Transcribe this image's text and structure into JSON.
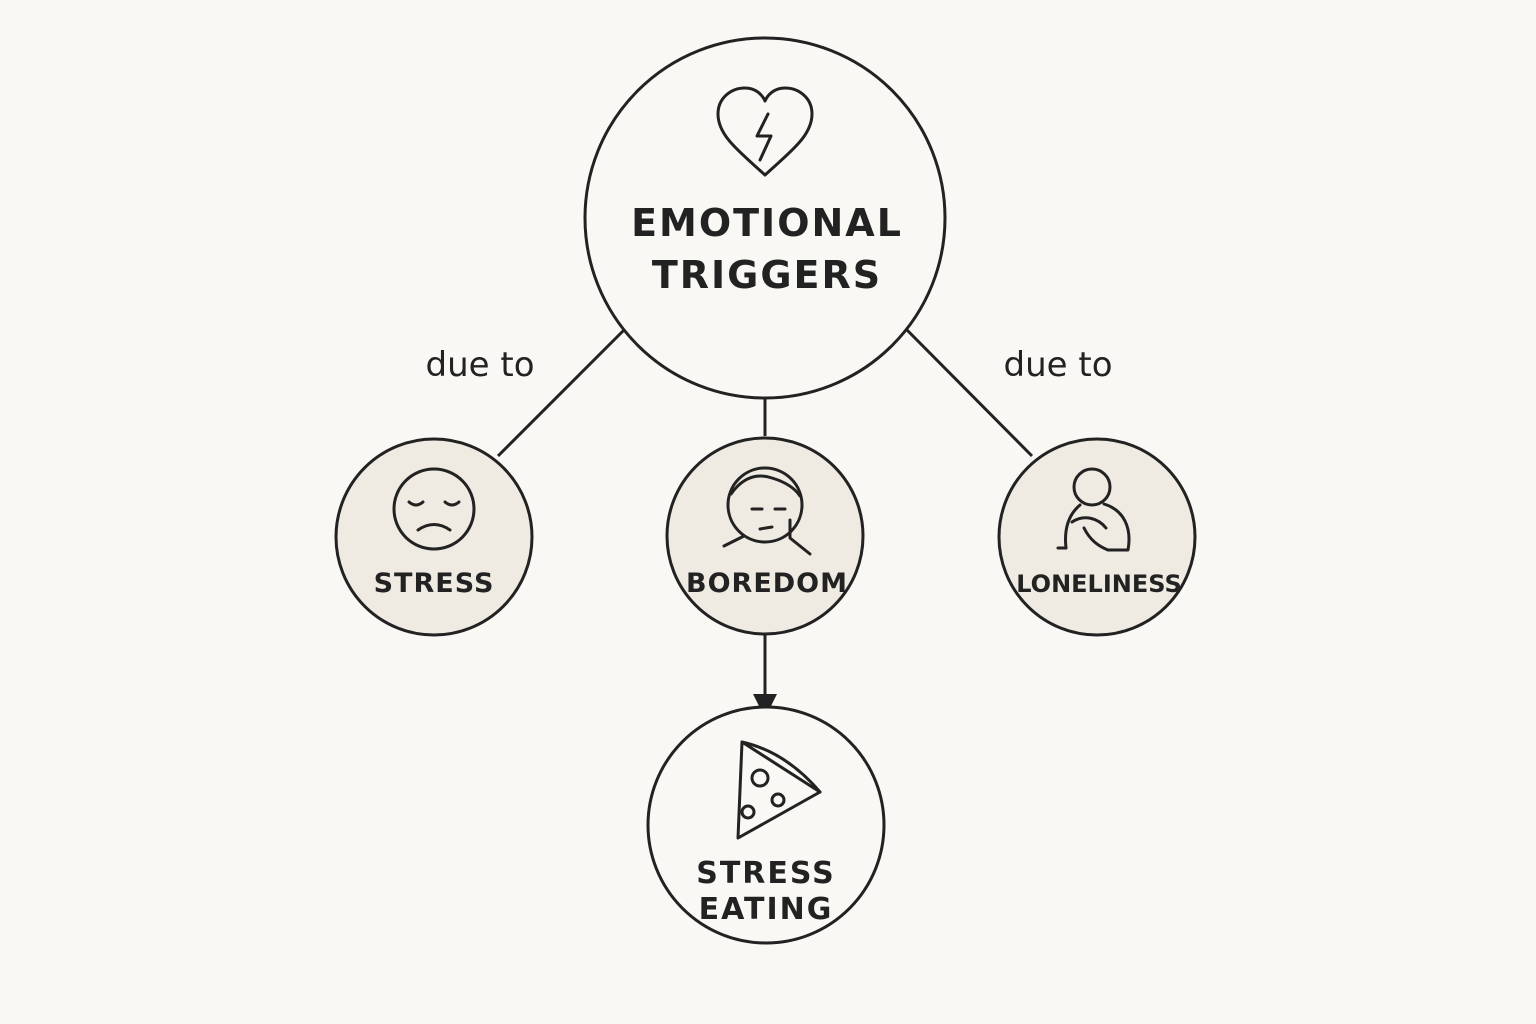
{
  "colors": {
    "background": "#faf8f4",
    "stroke": "#222222",
    "root_fill": "#faf8f4",
    "child_fill": "#efebe3"
  },
  "root": {
    "label_line1": "EMOTIONAL",
    "label_line2": "TRIGGERS",
    "icon": "broken-heart-icon"
  },
  "edges": {
    "left_label": "due to",
    "right_label": "due to"
  },
  "children": [
    {
      "label": "STRESS",
      "icon": "sad-face-icon"
    },
    {
      "label": "BOREDOM",
      "icon": "bored-person-icon"
    },
    {
      "label": "LONELINESS",
      "icon": "hugging-knees-icon"
    }
  ],
  "result": {
    "label_line1": "STRESS",
    "label_line2": "EATING",
    "icon": "pizza-slice-icon"
  }
}
